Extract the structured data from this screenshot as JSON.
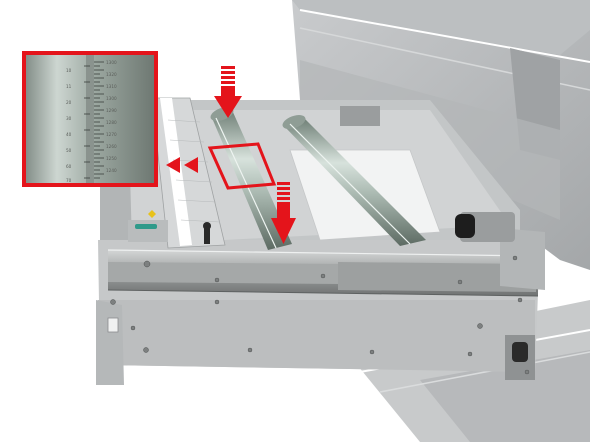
{
  "figure": {
    "description_visible_text": "",
    "colors": {
      "callout_red": "#e4141b",
      "machine_grey": "#a7aaac",
      "housing_grey": "#bfc1c3",
      "rail_grey": "#8e9191",
      "roller_green": "#9fb2a8",
      "accent_teal": "#2f9a8a",
      "yellow_indicator": "#e8c21a"
    },
    "icons": [
      "down-arrow-icon",
      "left-arrow-icon",
      "callout-frame-icon",
      "magnifier-inset-icon"
    ],
    "inset_scale": {
      "left_ticks": [
        "10",
        "11",
        "20",
        "30",
        "40",
        "50",
        "60",
        "70"
      ],
      "right_ticks": [
        "1300",
        "1320",
        "1310",
        "1300",
        "1290",
        "1280",
        "1270",
        "1260",
        "1250",
        "1240"
      ]
    }
  }
}
